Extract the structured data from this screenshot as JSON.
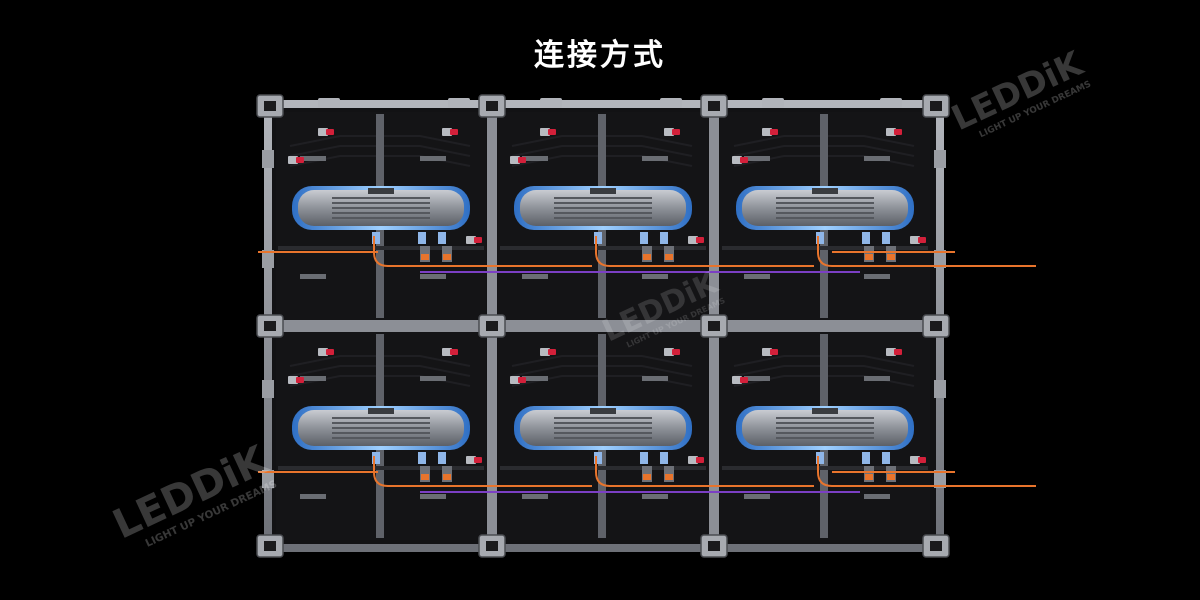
{
  "title": "连接方式",
  "watermark": {
    "brand": "LEDDiK",
    "tagline": "LIGHT UP YOUR DREAMS"
  },
  "grid": {
    "rows": 2,
    "cols": 3
  },
  "colors": {
    "background": "#000000",
    "frame": "#8c8f96",
    "panel": "#141416",
    "module_accent": "#4a8fe0",
    "connector": "#d3203a",
    "cable_power": "#e8742c",
    "cable_signal": "#7b3fc4"
  }
}
